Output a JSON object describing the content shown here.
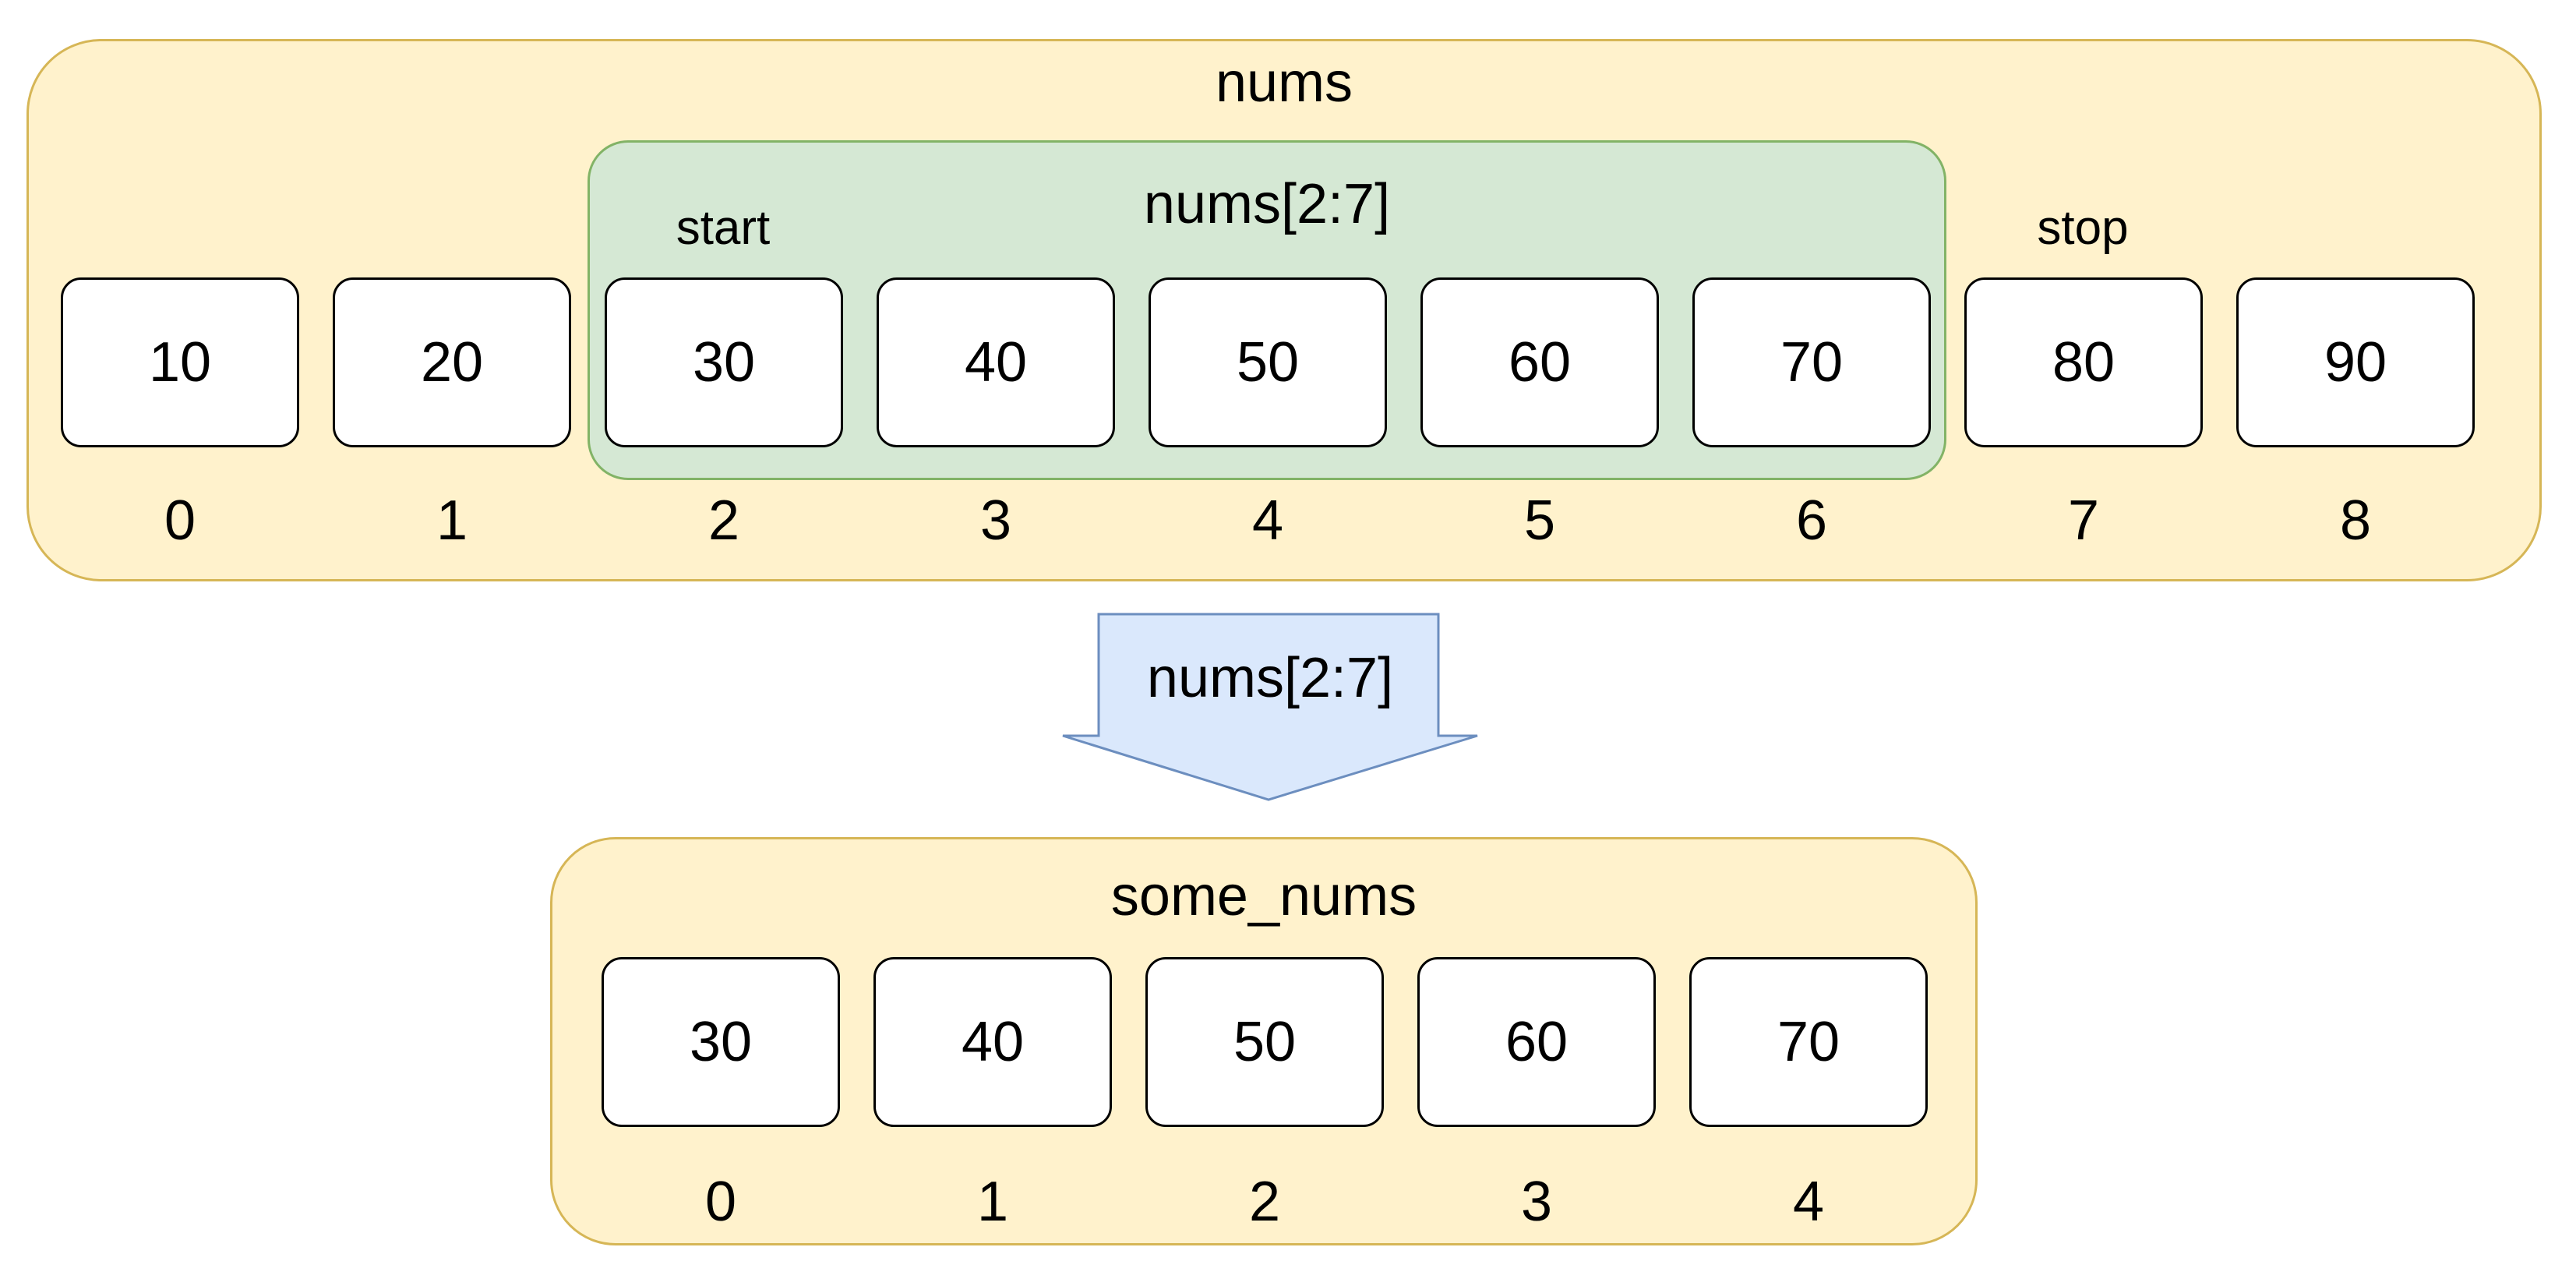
{
  "source_array": {
    "name": "nums",
    "values": [
      "10",
      "20",
      "30",
      "40",
      "50",
      "60",
      "70",
      "80",
      "90"
    ],
    "indices": [
      "0",
      "1",
      "2",
      "3",
      "4",
      "5",
      "6",
      "7",
      "8"
    ]
  },
  "slice": {
    "expression": "nums[2:7]",
    "start_label": "start",
    "stop_label": "stop",
    "start_index": 2,
    "stop_index": 7
  },
  "arrow": {
    "label": "nums[2:7]"
  },
  "result_array": {
    "name": "some_nums",
    "values": [
      "30",
      "40",
      "50",
      "60",
      "70"
    ],
    "indices": [
      "0",
      "1",
      "2",
      "3",
      "4"
    ]
  },
  "colors": {
    "array_fill": "#fff2cc",
    "array_border": "#d6b656",
    "slice_fill": "#d5e8d4",
    "slice_border": "#82b366",
    "arrow_fill": "#dae8fc",
    "arrow_border": "#6c8ebf"
  }
}
